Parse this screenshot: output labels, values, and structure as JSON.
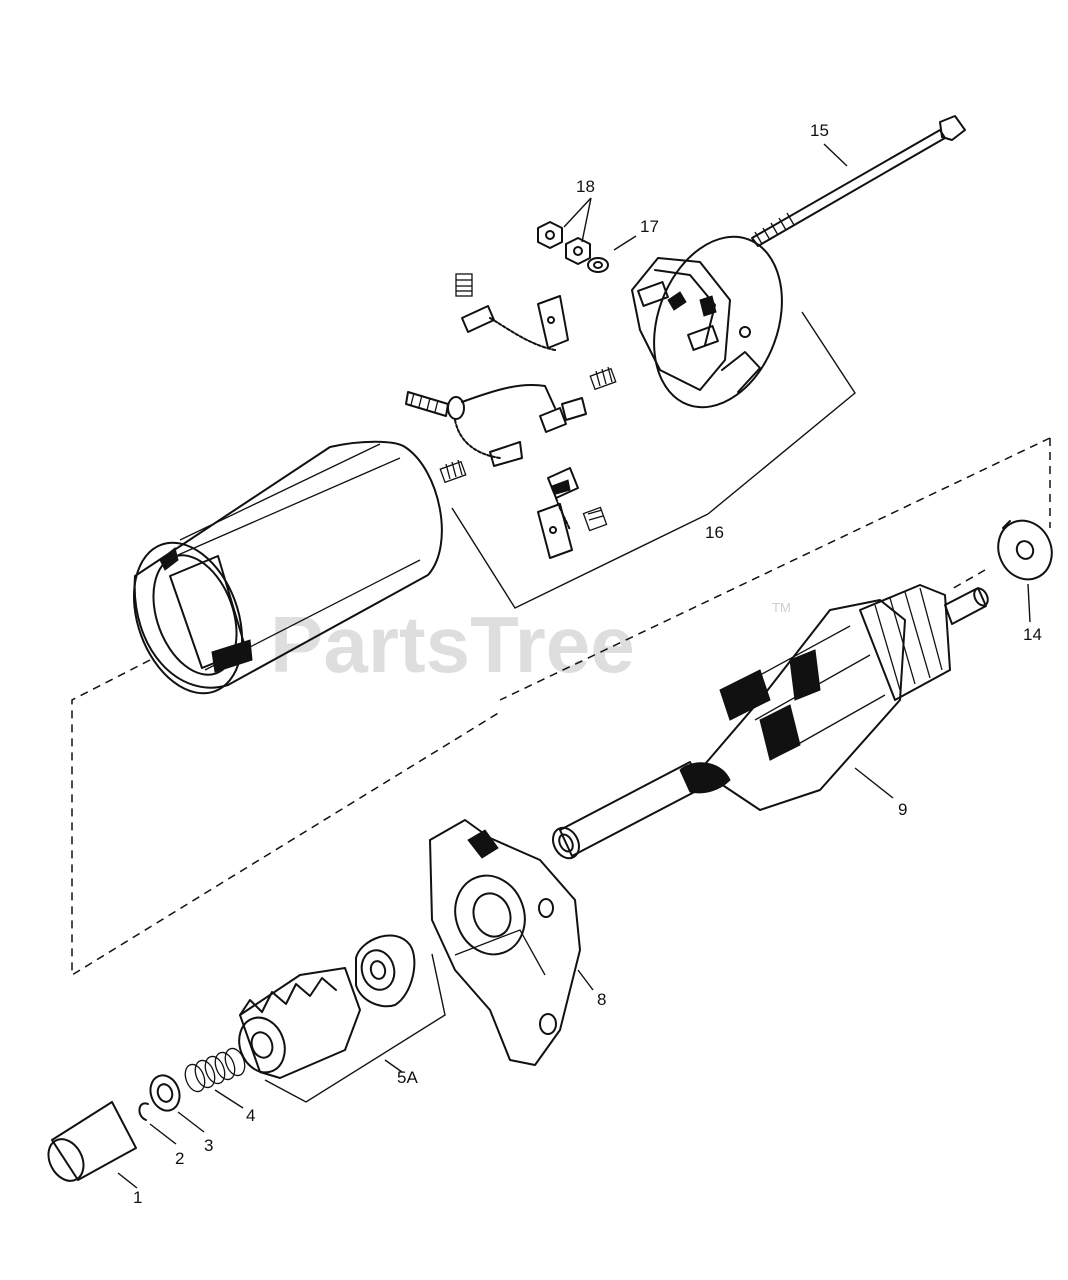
{
  "watermark": {
    "text": "PartsTree",
    "tm": "TM"
  },
  "callouts": [
    {
      "id": "c1",
      "text": "1"
    },
    {
      "id": "c2",
      "text": "2"
    },
    {
      "id": "c3",
      "text": "3"
    },
    {
      "id": "c4",
      "text": "4"
    },
    {
      "id": "c5a",
      "text": "5A"
    },
    {
      "id": "c8",
      "text": "8"
    },
    {
      "id": "c9",
      "text": "9"
    },
    {
      "id": "c14",
      "text": "14"
    },
    {
      "id": "c15",
      "text": "15"
    },
    {
      "id": "c16",
      "text": "16"
    },
    {
      "id": "c17",
      "text": "17"
    },
    {
      "id": "c18",
      "text": "18"
    }
  ]
}
